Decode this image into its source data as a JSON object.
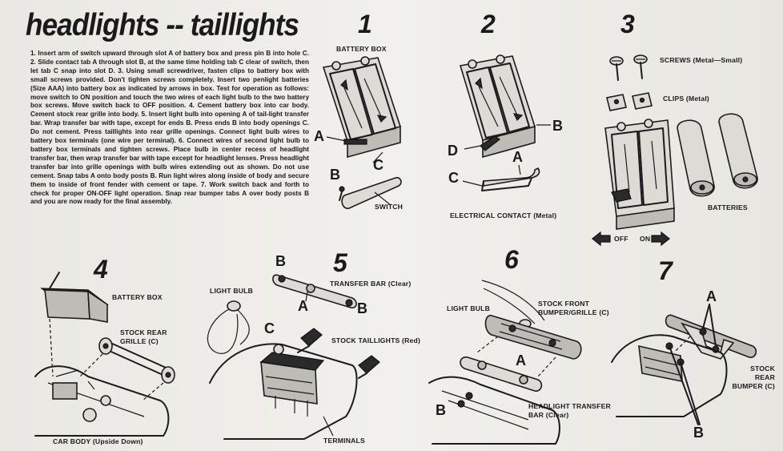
{
  "title": "headlights -- taillights",
  "instructions": [
    {
      "n": "1.",
      "t": " Insert arm of switch upward through slot A of battery box and press pin B into hole C. "
    },
    {
      "n": "2.",
      "t": " Slide contact tab A through slot B, at the same time holding tab C clear of switch, then let tab C snap into slot D. "
    },
    {
      "n": "3.",
      "t": " Using small screwdriver, fasten clips to battery box with small screws provided. Don't tighten screws completely. Insert two penlight batteries (Size AAA) into battery box as indicated by arrows in box. Test for operation as follows: move switch to ON position and touch the two wires of each light bulb to the two battery box screws. Move switch back to OFF position. "
    },
    {
      "n": "4.",
      "t": " Cement battery box into car body. Cement stock rear grille into body. "
    },
    {
      "n": "5.",
      "t": " Insert light bulb into opening A of tail-light transfer bar. Wrap transfer bar with tape, except for ends B. Press ends B into body openings C. Do not cement. Press taillights into rear grille openings. Connect light bulb wires to battery box terminals (one wire per terminal). "
    },
    {
      "n": "6.",
      "t": " Connect wires of second light bulb to battery box terminals and tighten screws. Place bulb in center recess of headlight transfer bar, then wrap transfer bar with tape except for headlight lenses. Press headlight transfer bar into grille openings with bulb wires extending out as shown. Do not use cement. Snap tabs A onto body posts B. Run light wires along inside of body and secure them to inside of front fender with cement or tape. "
    },
    {
      "n": "7.",
      "t": " Work switch back and forth to check for proper ON-OFF light operation. Snap rear bumper tabs A over body posts B and you are now ready for the final assembly."
    }
  ],
  "steps": {
    "s1": {
      "number": "1",
      "battery_box": "BATTERY BOX",
      "switch": "SWITCH",
      "letters": [
        "A",
        "B",
        "C"
      ]
    },
    "s2": {
      "number": "2",
      "contact": "ELECTRICAL CONTACT (Metal)",
      "letters": [
        "A",
        "B",
        "C",
        "D"
      ]
    },
    "s3": {
      "number": "3",
      "screws": "SCREWS (Metal—Small)",
      "clips": "CLIPS (Metal)",
      "batteries": "BATTERIES",
      "off": "OFF",
      "on": "ON"
    },
    "s4": {
      "number": "4",
      "battery_box": "BATTERY BOX",
      "grille": "STOCK REAR GRILLE (C)",
      "body": "CAR BODY (Upside Down)"
    },
    "s5": {
      "number": "5",
      "bulb": "LIGHT BULB",
      "bar": "TRANSFER BAR (Clear)",
      "taillights": "STOCK TAILLIGHTS (Red)",
      "terminals": "TERMINALS",
      "letters": [
        "A",
        "B",
        "B",
        "C"
      ]
    },
    "s6": {
      "number": "6",
      "bulb": "LIGHT BULB",
      "front": "STOCK FRONT BUMPER/GRILLE (C)",
      "headlight": "HEADLIGHT TRANSFER BAR (Clear)",
      "letters": [
        "A",
        "B"
      ]
    },
    "s7": {
      "number": "7",
      "bumper": "STOCK REAR BUMPER (C)",
      "letters": [
        "A",
        "B"
      ]
    }
  }
}
